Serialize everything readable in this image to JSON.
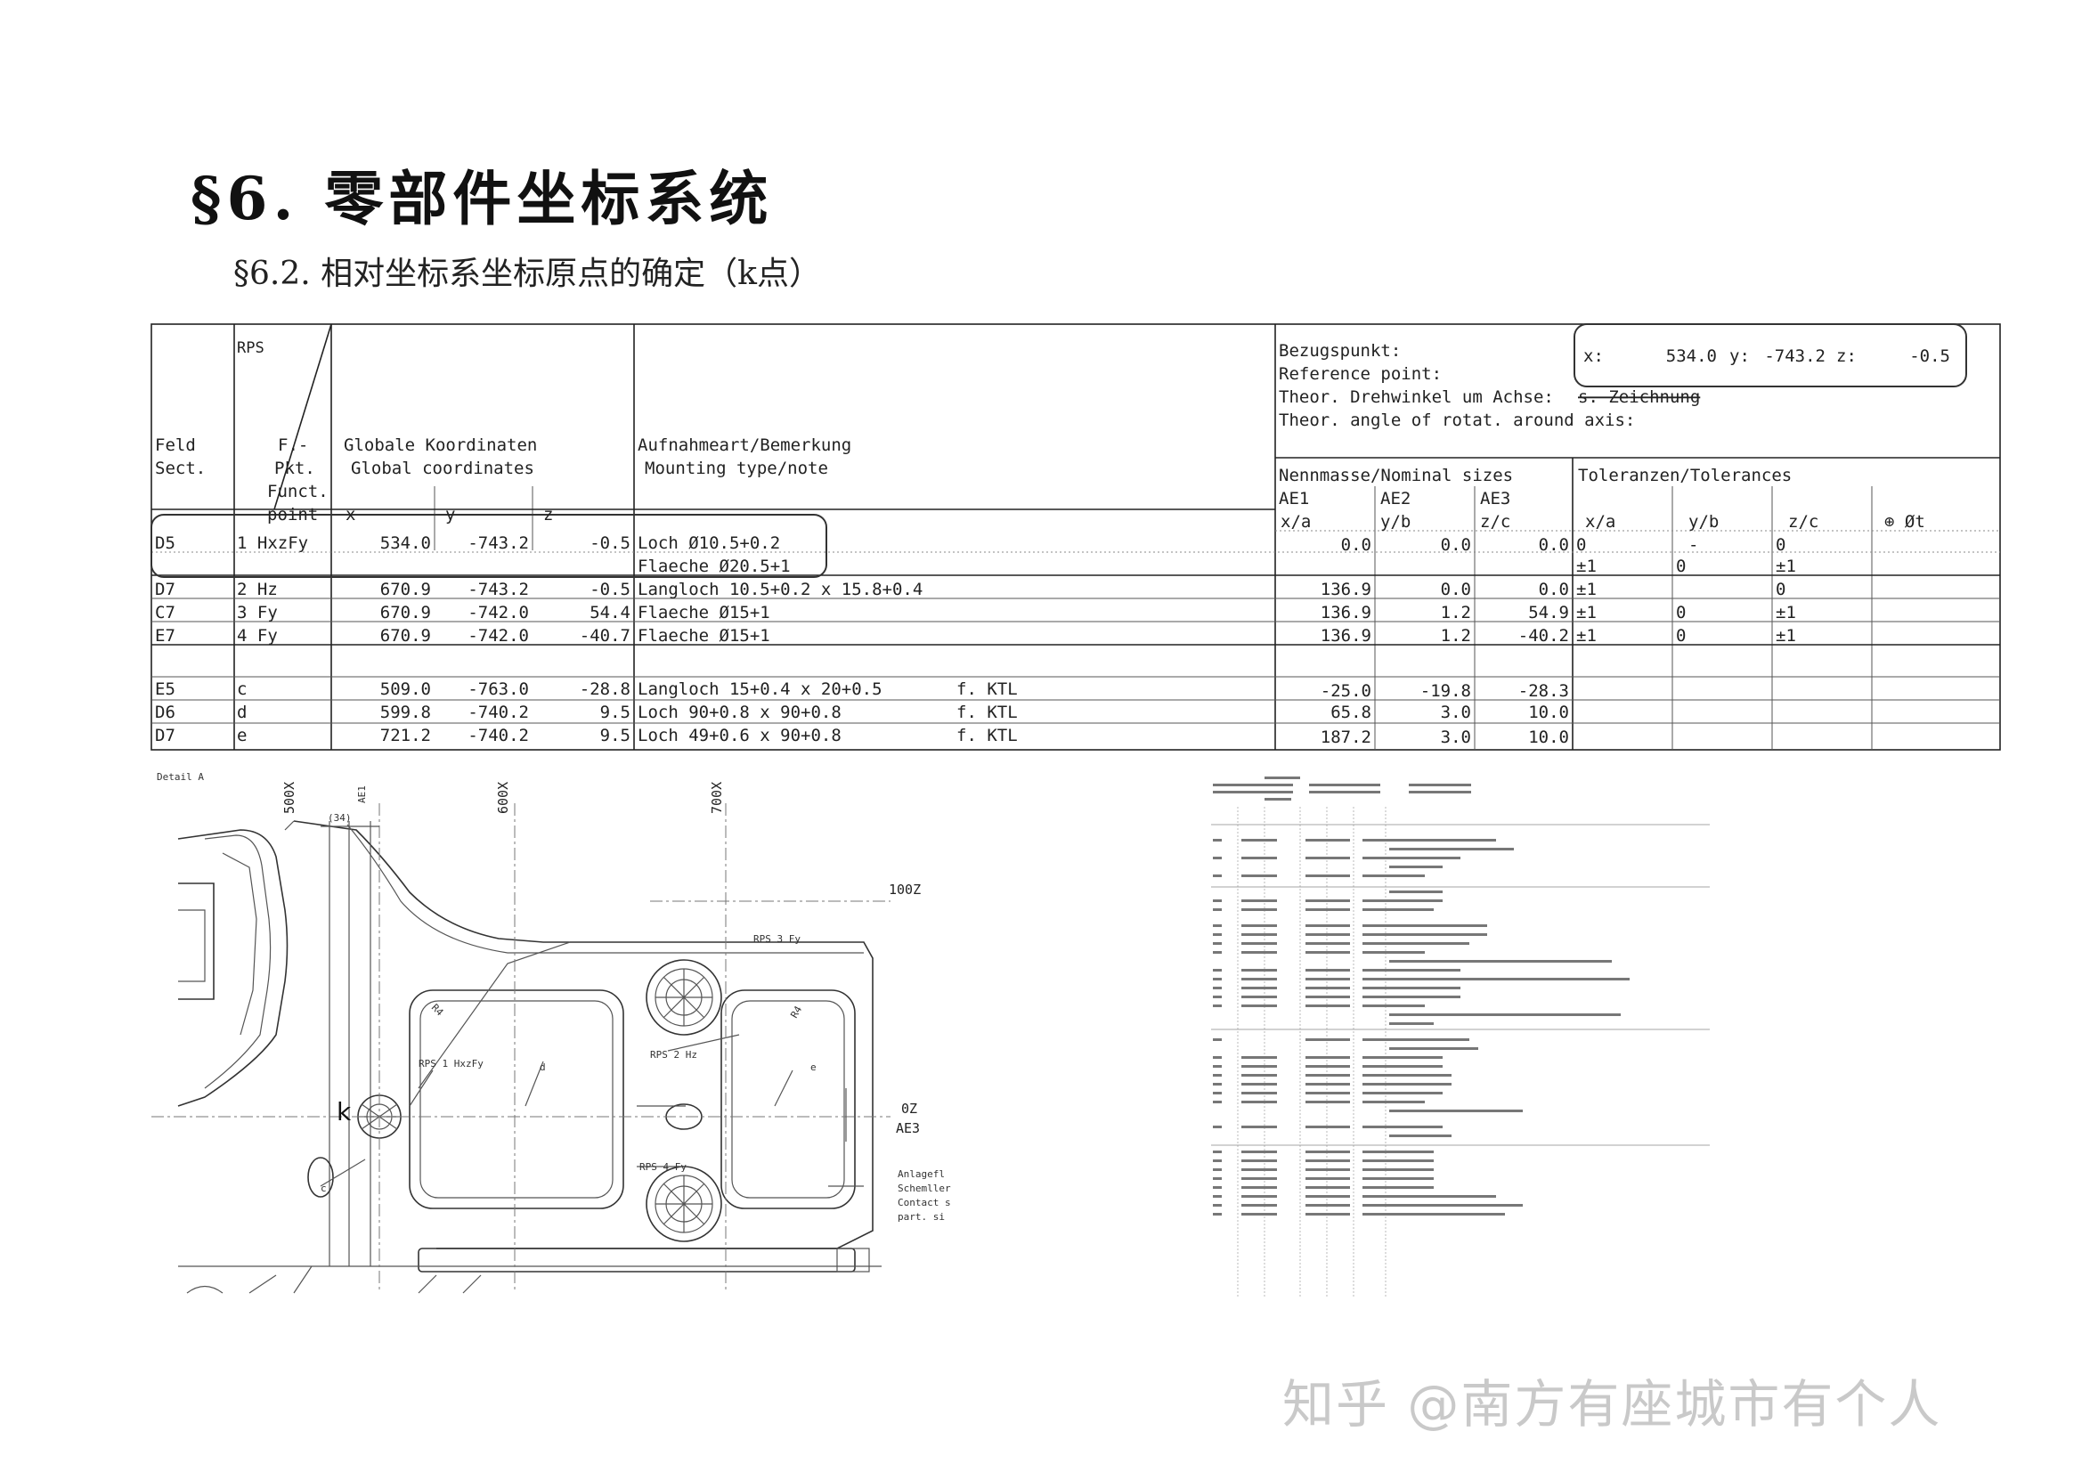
{
  "heading": {
    "section": "§6. 零部件坐标系统",
    "subsection": "§6.2. 相对坐标系坐标原点的确定（k点）"
  },
  "table": {
    "header": {
      "feld": "Feld",
      "sect": "Sect.",
      "rps": "RPS",
      "fpkt": "F.-",
      "pkt": "Pkt.",
      "funct": "Funct.",
      "point": "point",
      "globale": "Globale Koordinaten",
      "global": "Global coordinates",
      "x": "x",
      "y": "y",
      "z": "z",
      "aufnahme": "Aufnahmeart/Bemerkung",
      "mounting": "Mounting type/note",
      "bezug": "Bezugspunkt:",
      "reference": "Reference point:",
      "theor_de": "Theor. Drehwinkel um Achse:",
      "zeichnung": "s. Zeichnung",
      "theor_en": "Theor. angle of rotat. around axis:",
      "ref_x_label": "x:",
      "ref_x": "534.0",
      "ref_y_label": "y:",
      "ref_y": "-743.2",
      "ref_z_label": "z:",
      "ref_z": "-0.5",
      "nenn": "Nennmasse/Nominal sizes",
      "ae1": "AE1",
      "ae2": "AE2",
      "ae3": "AE3",
      "xa": "x/a",
      "yb": "y/b",
      "zc": "z/c",
      "tol": "Toleranzen/Tolerances",
      "txa": "x/a",
      "tyb": "y/b",
      "tzc": "z/c",
      "tt": "⊕ Øt"
    },
    "rows": [
      {
        "feld": "D5",
        "rps": "1 HxzFy",
        "x": "534.0",
        "y": "-743.2",
        "z": "-0.5",
        "note": "Loch Ø10.5+0.2",
        "note2": "Flaeche Ø20.5+1",
        "nx": "0.0",
        "ny": "0.0",
        "nz": "0.0",
        "tx": "0",
        "tx2": "±1",
        "ty": "-",
        "ty2": "0",
        "tz": "0",
        "tz2": "±1"
      },
      {
        "feld": "D7",
        "rps": "2 Hz",
        "x": "670.9",
        "y": "-743.2",
        "z": "-0.5",
        "note": "Langloch 10.5+0.2 x 15.8+0.4",
        "nx": "136.9",
        "ny": "0.0",
        "nz": "0.0",
        "tx": "±1",
        "ty": "",
        "tz": "0"
      },
      {
        "feld": "C7",
        "rps": "3 Fy",
        "x": "670.9",
        "y": "-742.0",
        "z": "54.4",
        "note": "Flaeche Ø15+1",
        "nx": "136.9",
        "ny": "1.2",
        "nz": "54.9",
        "tx": "±1",
        "ty": "0",
        "tz": "±1"
      },
      {
        "feld": "E7",
        "rps": "4 Fy",
        "x": "670.9",
        "y": "-742.0",
        "z": "-40.7",
        "note": "Flaeche Ø15+1",
        "nx": "136.9",
        "ny": "1.2",
        "nz": "-40.2",
        "tx": "±1",
        "ty": "0",
        "tz": "±1"
      },
      {
        "feld": "E5",
        "rps": "c",
        "x": "509.0",
        "y": "-763.0",
        "z": "-28.8",
        "note": "Langloch 15+0.4 x 20+0.5",
        "ktl": "f. KTL",
        "nx": "-25.0",
        "ny": "-19.8",
        "nz": "-28.3"
      },
      {
        "feld": "D6",
        "rps": "d",
        "x": "599.8",
        "y": "-740.2",
        "z": "9.5",
        "note": "Loch 90+0.8 x 90+0.8",
        "ktl": "f. KTL",
        "nx": "65.8",
        "ny": "3.0",
        "nz": "10.0"
      },
      {
        "feld": "D7",
        "rps": "e",
        "x": "721.2",
        "y": "-740.2",
        "z": "9.5",
        "note": "Loch 49+0.6 x 90+0.8",
        "ktl": "f. KTL",
        "nx": "187.2",
        "ny": "3.0",
        "nz": "10.0"
      }
    ]
  },
  "drawing": {
    "detail": "Detail A",
    "x500": "500X",
    "ae1": "AE1",
    "x600": "600X",
    "x700": "700X",
    "z100": "100Z",
    "oz": "0Z",
    "ae3": "AE3",
    "k": "k",
    "rps1": "RPS 1 HxzFy",
    "rps2": "RPS 2 Hz",
    "rps3": "RPS 3 Fy",
    "rps4": "RPS 4 Fy",
    "d": "d",
    "e": "e",
    "c": "c",
    "dim": "(34)",
    "r1": "R4",
    "r2": "R4",
    "anl1": "Anlagefl",
    "anl2": "Schemller",
    "anl3": "Contact s",
    "anl4": "part. si"
  },
  "watermark": "知乎 @南方有座城市有个人"
}
